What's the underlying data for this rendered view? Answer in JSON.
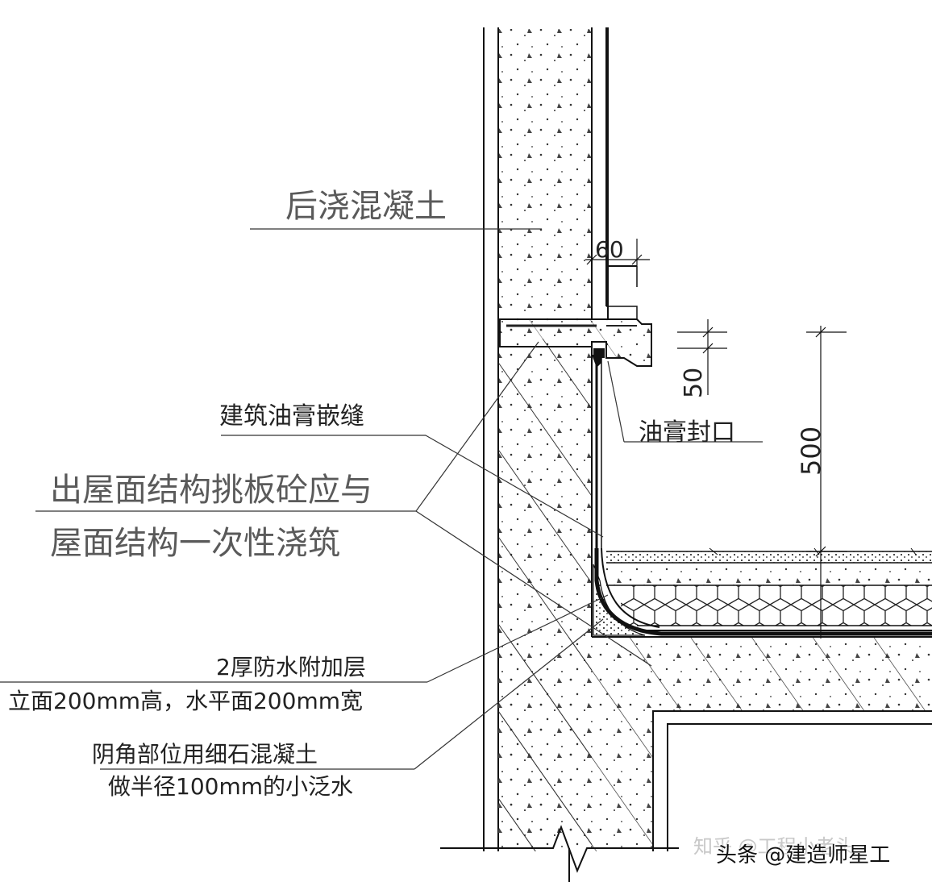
{
  "labels": {
    "post_cast_concrete": "后浇混凝土",
    "asphalt_joint_fill": "建筑油膏嵌缝",
    "slab_note_line1": "出屋面结构挑板砼应与",
    "slab_note_line2": "屋面结构一次性浇筑",
    "asphalt_seal": "油膏封口",
    "waterproof_line1": "2厚防水附加层",
    "waterproof_line2": "立面200mm高，水平面200mm宽",
    "corner_line1": "阴角部位用细石混凝土",
    "corner_line2": "做半径100mm的小泛水"
  },
  "dimensions": {
    "ledge_width": "60",
    "drip_height": "50",
    "upturn_height": "500"
  },
  "watermarks": {
    "zhihu": "知乎 @工程小老头",
    "toutiao": "头条 @建造师星工"
  },
  "colors": {
    "line": "#1a1a1a",
    "label": "#222222",
    "large_label": "#5a5a5a"
  }
}
